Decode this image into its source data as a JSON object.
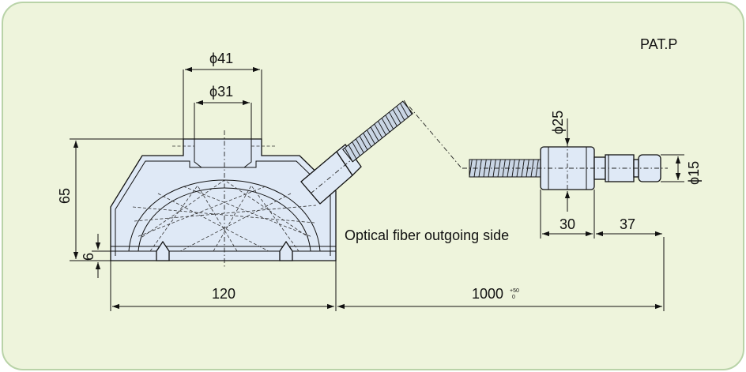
{
  "labels": {
    "patent": "PAT.P",
    "optical_note": "Optical fiber outgoing side"
  },
  "dimensions": {
    "phi41": "ϕ41",
    "phi31": "ϕ31",
    "phi25": "ϕ25",
    "phi15": "ϕ15",
    "h65": "65",
    "h6": "6",
    "w120": "120",
    "len1000": "1000",
    "tol_plus": "+50",
    "tol_minus": "0",
    "w30": "30",
    "w37": "37"
  },
  "colors": {
    "panel_bg": "#eef4dc",
    "panel_border": "#b9d3a8",
    "part_fill": "#dfe9f6"
  }
}
